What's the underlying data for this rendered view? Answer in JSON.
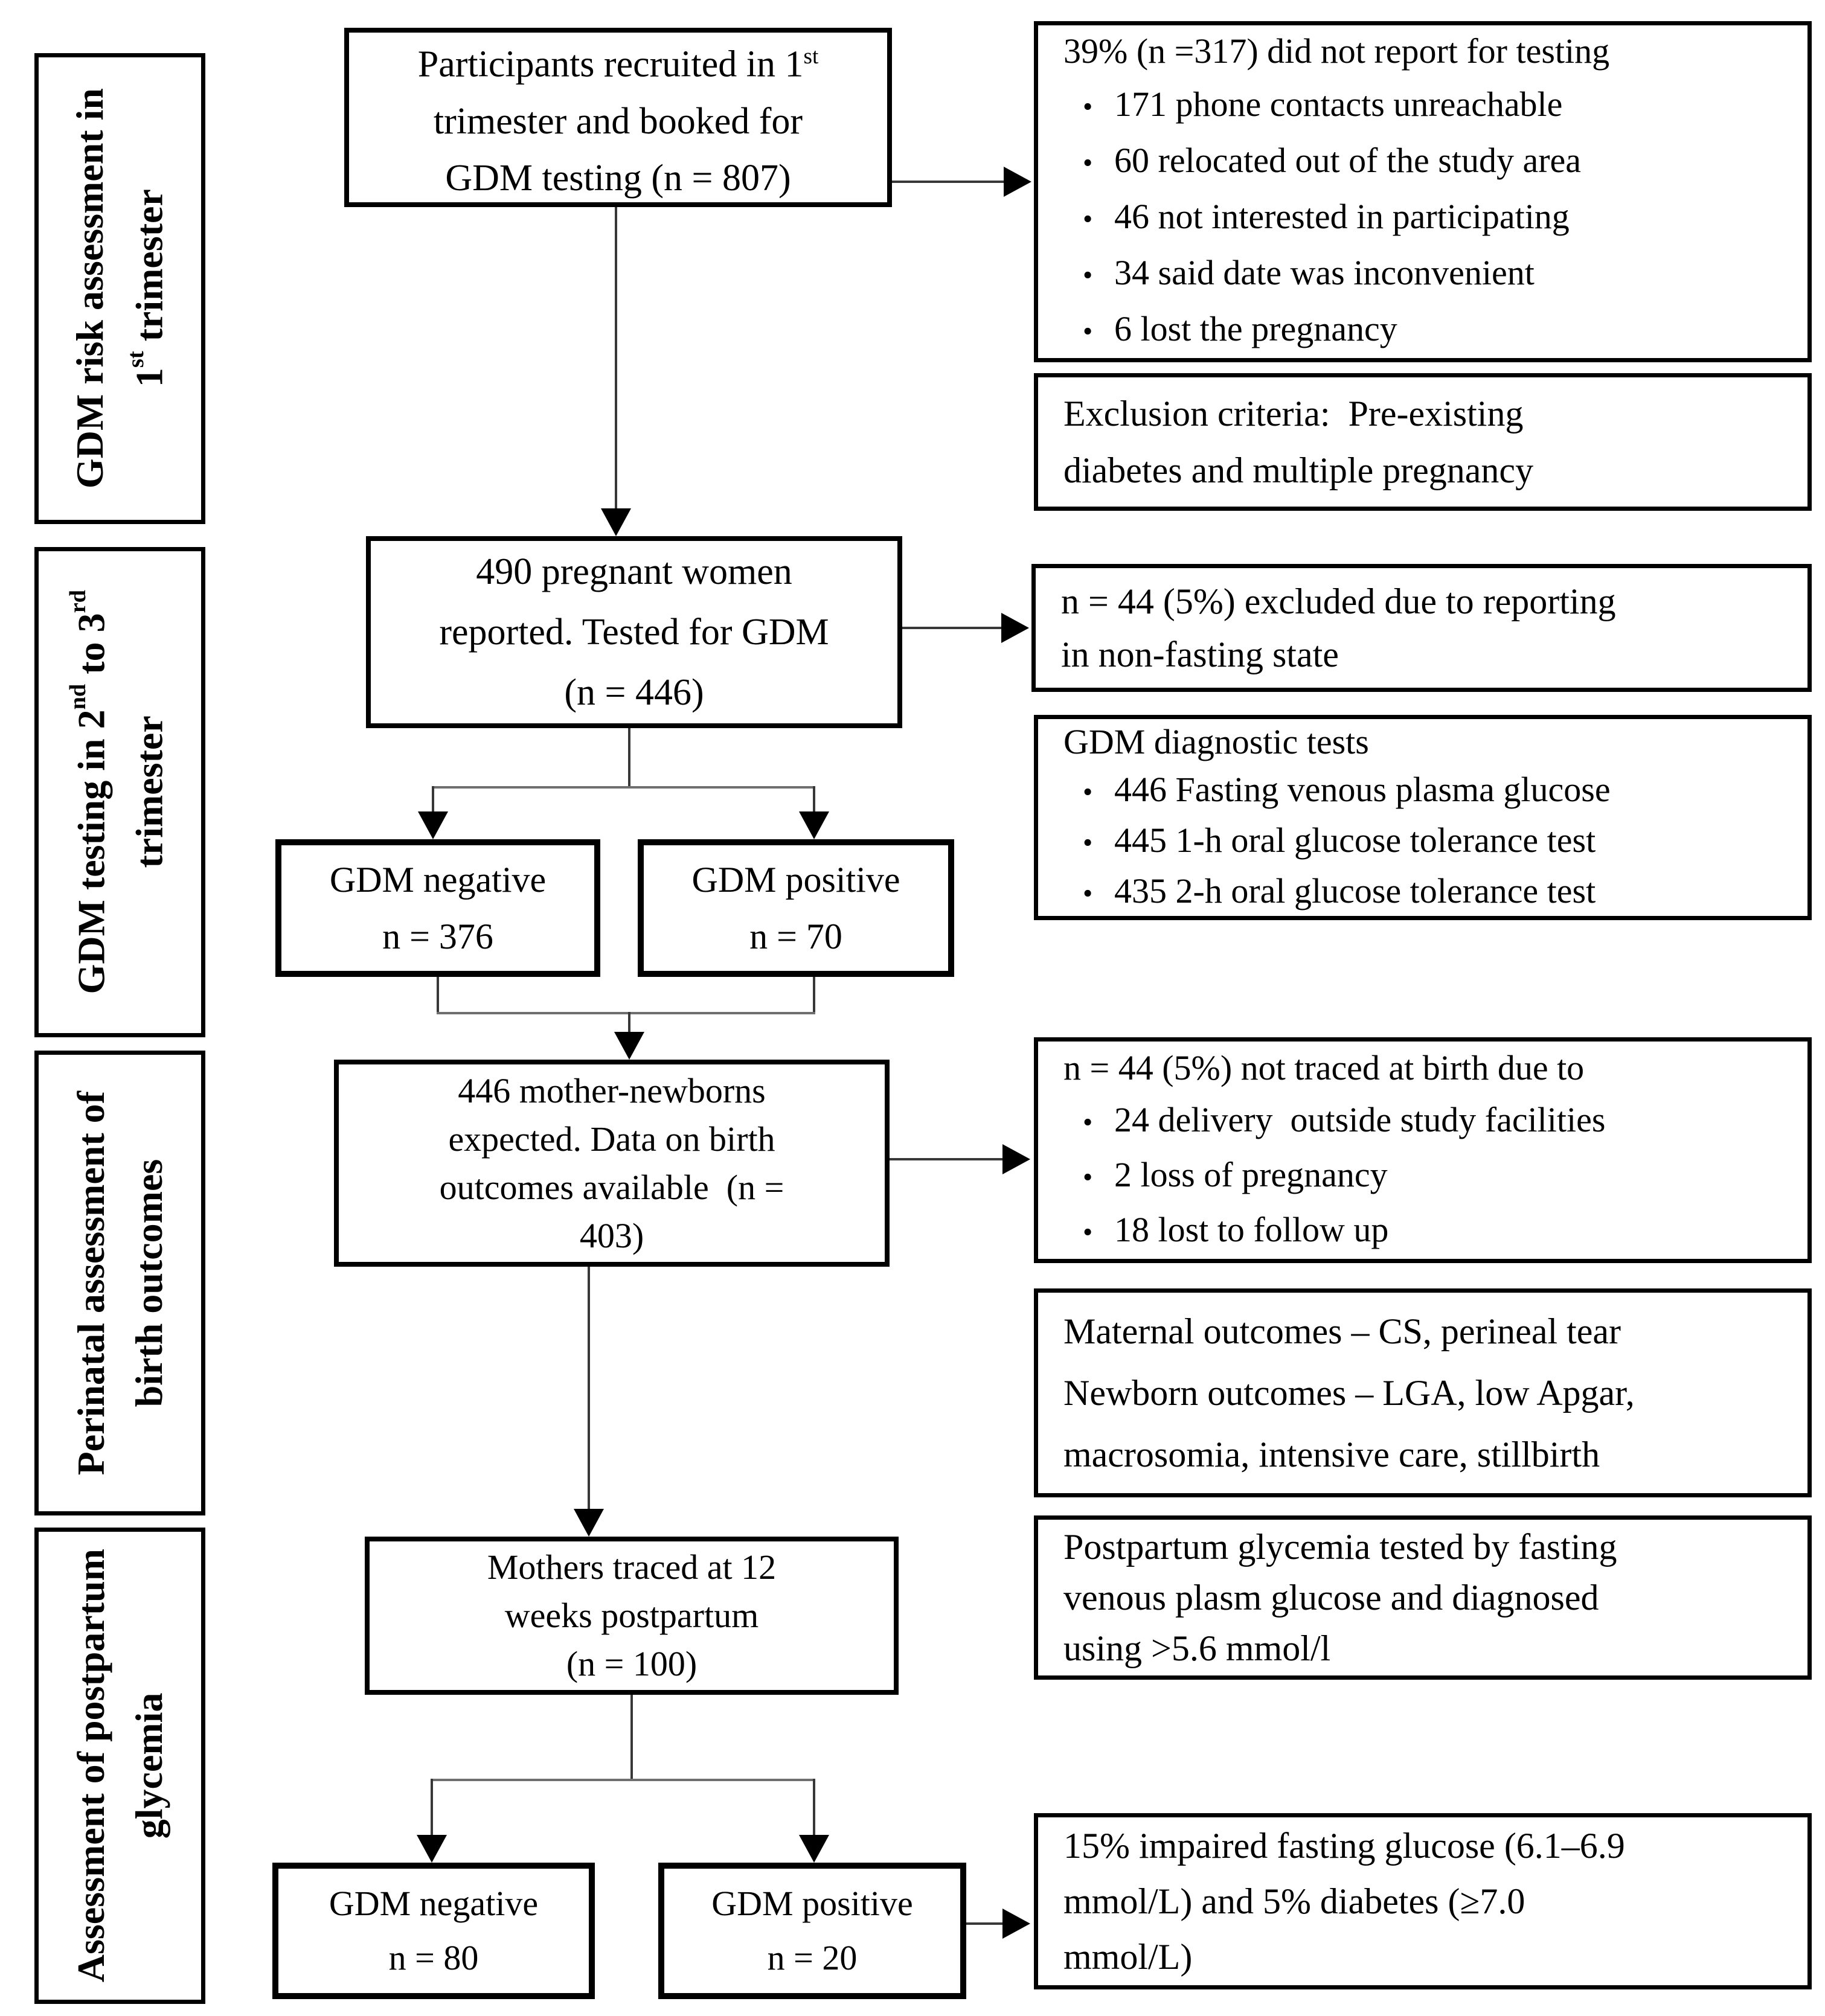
{
  "colors": {
    "background": "#ffffff",
    "box_border": "#000000",
    "connector_line": "#383838",
    "connector_line_light": "#6f6f6f",
    "arrowhead": "#000000"
  },
  "sidebar": {
    "stage1": {
      "line1": "GDM risk assessment in",
      "line2_num": "1",
      "line2_sup": "st",
      "line2_rest": " trimester"
    },
    "stage2": {
      "line1_a": "GDM testing in 2",
      "line1_sup_a": "nd",
      "line1_b": " to 3",
      "line1_sup_b": "rd",
      "line2": "trimester"
    },
    "stage3": {
      "line1": "Perinatal assessment of",
      "line2": "birth outcomes"
    },
    "stage4": {
      "line1": "Assessment of postpartum",
      "line2": "glycemia"
    }
  },
  "flow": {
    "recruited": {
      "line1": "Participants recruited in 1",
      "line1_sup": "st",
      "line2": "trimester and booked for",
      "line3": "GDM testing (n = 807)"
    },
    "reported": {
      "line1": "490 pregnant women",
      "line2": "reported. Tested for GDM",
      "line3": "(n = 446)"
    },
    "gdm_negative_testing": {
      "line1": "GDM negative",
      "line2": "n = 376"
    },
    "gdm_positive_testing": {
      "line1": "GDM positive",
      "line2": "n = 70"
    },
    "birth_outcomes": {
      "line1": "446 mother-newborns",
      "line2": "expected. Data on birth",
      "line3": "outcomes available  (n =",
      "line4": "403)"
    },
    "postpartum_traced": {
      "line1": "Mothers traced at 12",
      "line2": "weeks postpartum",
      "line3": "(n = 100)"
    },
    "gdm_negative_postpartum": {
      "line1": "GDM negative",
      "line2": "n = 80"
    },
    "gdm_positive_postpartum": {
      "line1": "GDM positive",
      "line2": "n = 20"
    }
  },
  "side_notes": {
    "not_reported": {
      "title": "39% (n =317) did not report for testing",
      "items": [
        "171 phone contacts unreachable",
        "60 relocated out of the study area",
        "46 not interested in participating",
        "34 said date was inconvenient",
        "6 lost the pregnancy"
      ]
    },
    "exclusion": {
      "line1": "Exclusion criteria:  Pre-existing",
      "line2": "diabetes and multiple pregnancy"
    },
    "excluded_nonfasting": {
      "line1": "n = 44 (5%) excluded due to reporting",
      "line2": "in non-fasting state"
    },
    "diagnostic_tests": {
      "title": "GDM diagnostic tests",
      "items": [
        "446 Fasting venous plasma glucose",
        "445 1-h oral glucose tolerance test",
        "435 2-h oral glucose tolerance test"
      ]
    },
    "not_traced": {
      "title": "n = 44 (5%) not traced at birth due to",
      "items": [
        "24 delivery  outside study facilities",
        "2 loss of pregnancy",
        "18 lost to follow up"
      ]
    },
    "outcomes": {
      "line1": "Maternal outcomes – CS, perineal tear",
      "line2": "Newborn outcomes – LGA, low Apgar,",
      "line3": "macrosomia, intensive care, stillbirth"
    },
    "postpartum_test": {
      "line1": "Postpartum glycemia tested by fasting",
      "line2": "venous plasm glucose and diagnosed",
      "line3": "using >5.6 mmol/l"
    },
    "postpartum_result": {
      "line1": "15% impaired fasting glucose (6.1–6.9",
      "line2": "mmol/L) and 5% diabetes (≥7.0",
      "line3": "mmol/L)"
    }
  }
}
